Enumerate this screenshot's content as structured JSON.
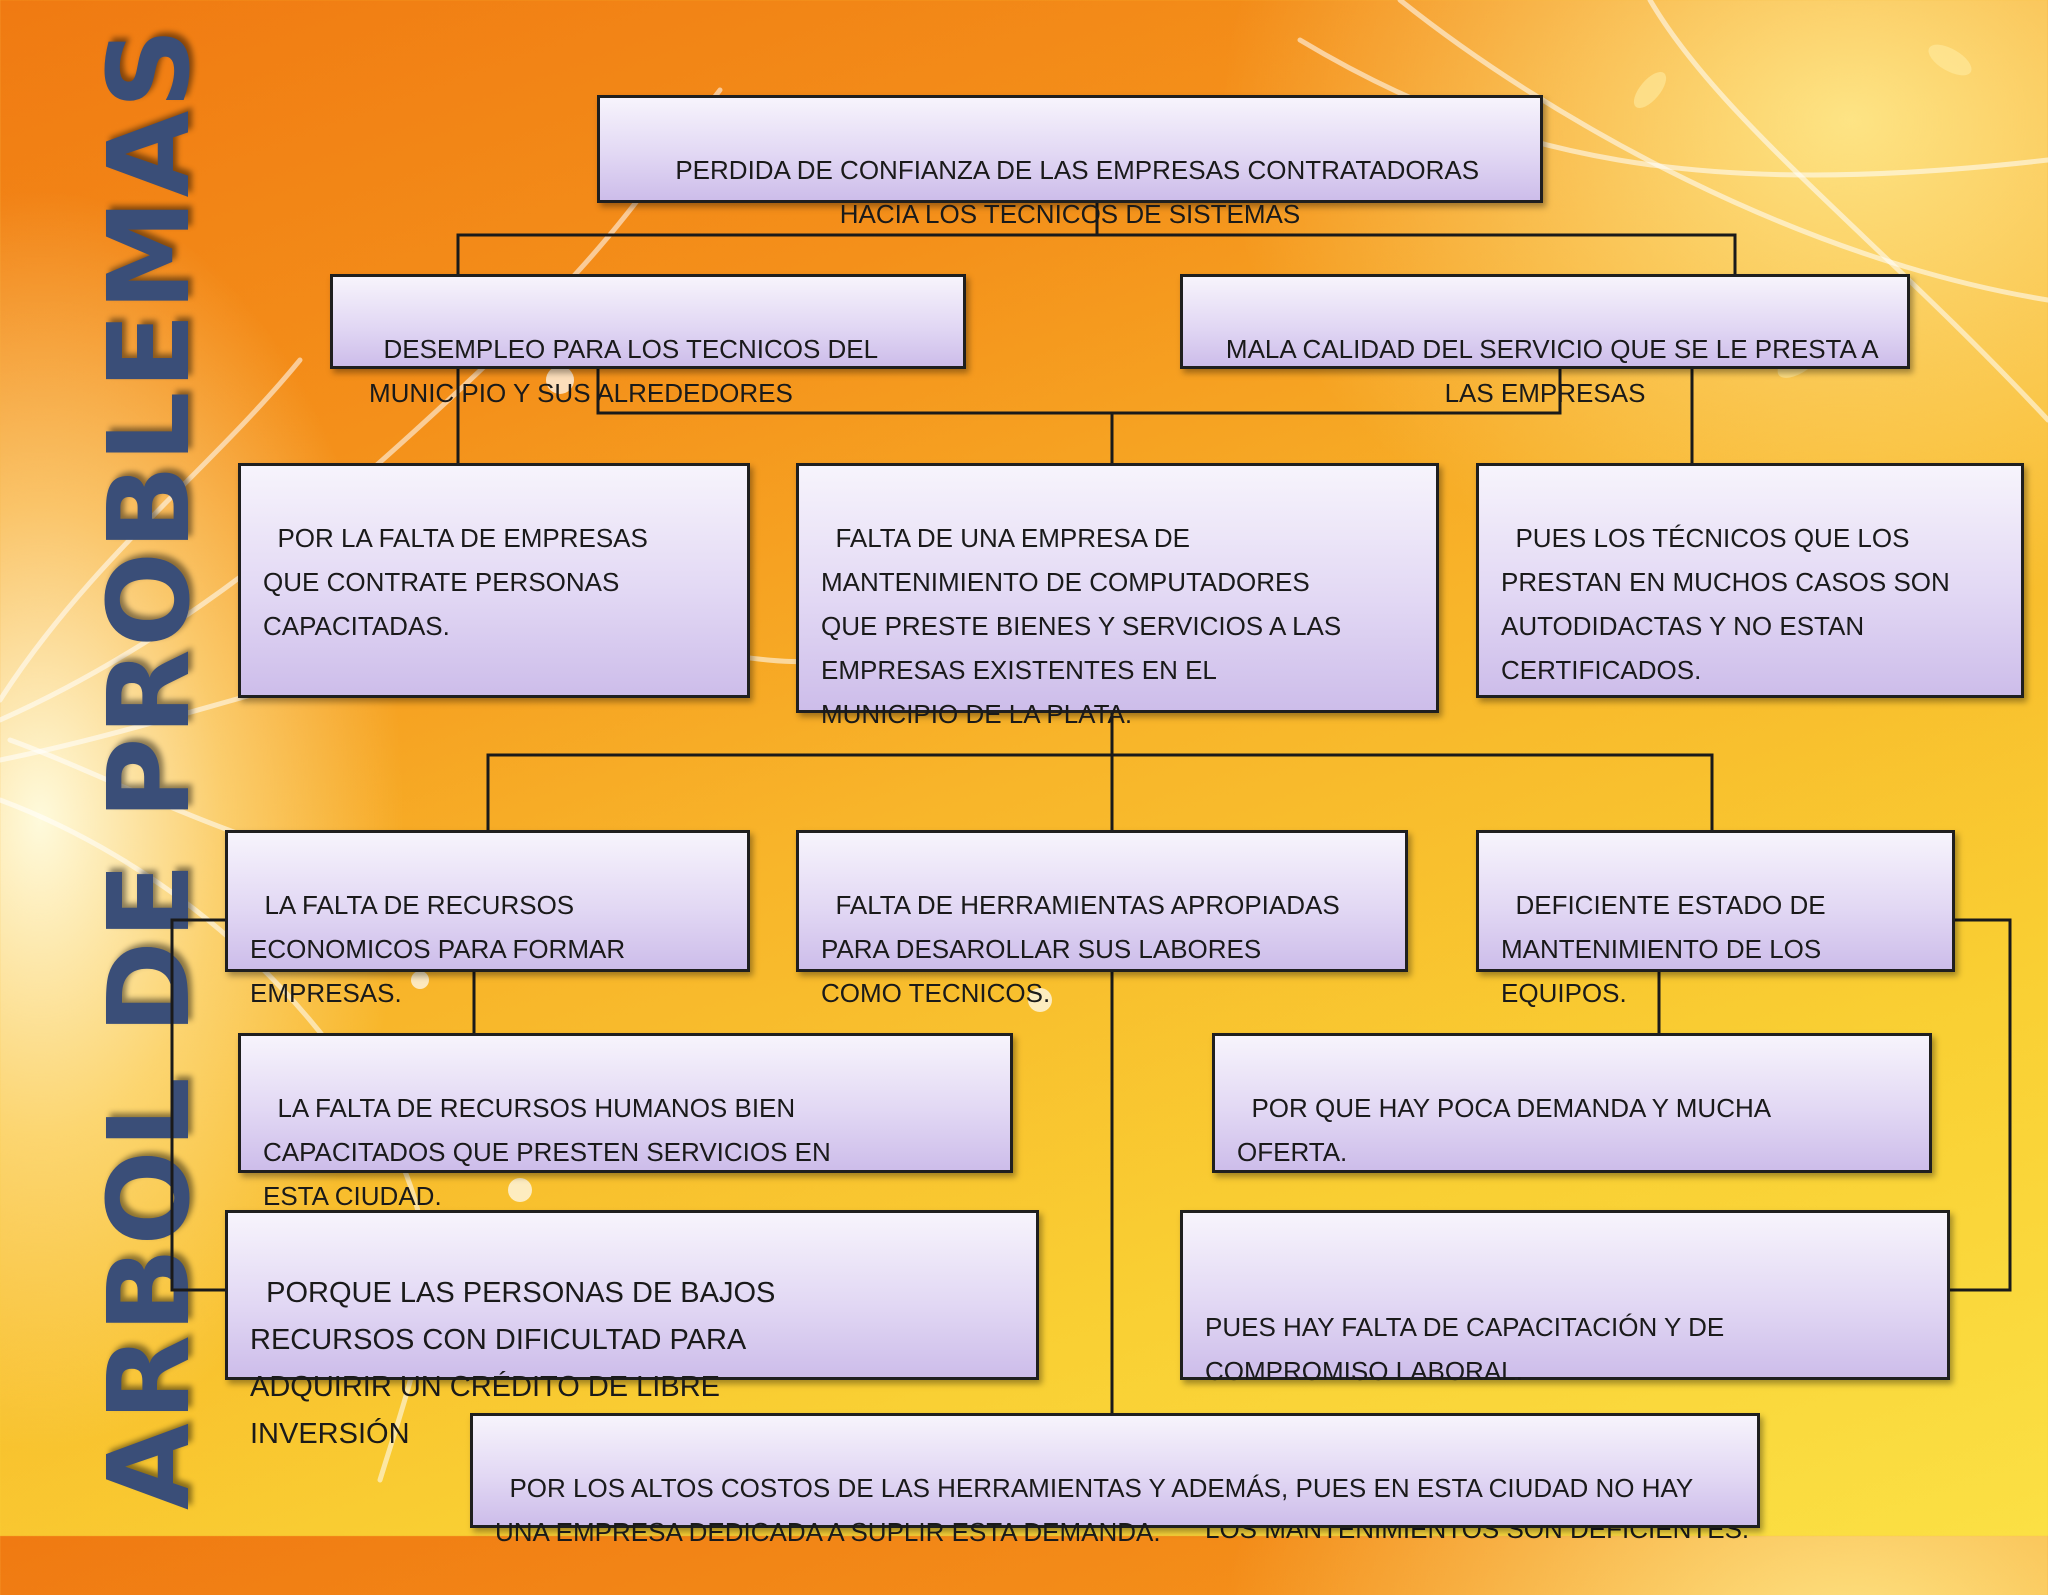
{
  "title": "ARBOL DE PROBLEMAS",
  "boxes": {
    "main": "PERDIDA DE CONFIANZA DE LAS EMPRESAS CONTRATADORAS HACIA LOS TECNICOS DE SISTEMAS",
    "effect_left": "DESEMPLEO PARA LOS TECNICOS DEL MUNICIPIO Y SUS ALREDEDORES",
    "effect_right": "MALA CALIDAD DEL SERVICIO QUE SE LE PRESTA A LAS EMPRESAS",
    "cause_left": "POR LA FALTA DE EMPRESAS QUE CONTRATE PERSONAS CAPACITADAS.",
    "cause_center": "FALTA DE UNA EMPRESA DE MANTENIMIENTO DE COMPUTADORES QUE PRESTE BIENES Y SERVICIOS A LAS EMPRESAS EXISTENTES EN EL MUNICIPIO DE LA PLATA.",
    "cause_right": "PUES LOS TÉCNICOS QUE LOS PRESTAN EN MUCHOS CASOS SON AUTODIDACTAS Y NO ESTAN CERTIFICADOS.",
    "sub_left": "LA FALTA DE RECURSOS ECONOMICOS PARA FORMAR EMPRESAS.",
    "sub_center": "FALTA DE HERRAMIENTAS APROPIADAS PARA DESAROLLAR SUS LABORES COMO TECNICOS.",
    "sub_right": "DEFICIENTE ESTADO DE MANTENIMIENTO DE LOS EQUIPOS.",
    "root_humanos": "LA FALTA DE RECURSOS HUMANOS BIEN CAPACITADOS QUE PRESTEN SERVICIOS EN ESTA CIUDAD.",
    "root_demanda": "POR QUE HAY POCA DEMANDA Y MUCHA OFERTA.",
    "root_personas": "PORQUE LAS PERSONAS DE BAJOS RECURSOS CON DIFICULTAD PARA ADQUIRIR UN CRÉDITO DE LIBRE INVERSIÓN",
    "root_capacitacion_1": "PUES HAY FALTA DE CAPACITACIÓN Y DE COMPROMISO LABORAL.",
    "root_capacitacion_2": "LOS MANTENIMIENTOS SON DEFICIENTES.",
    "root_costos": "POR LOS ALTOS COSTOS DE LAS HERRAMIENTAS Y ADEMÁS, PUES EN ESTA CIUDAD NO HAY UNA EMPRESA DEDICADA A SUPLIR ESTA DEMANDA."
  }
}
